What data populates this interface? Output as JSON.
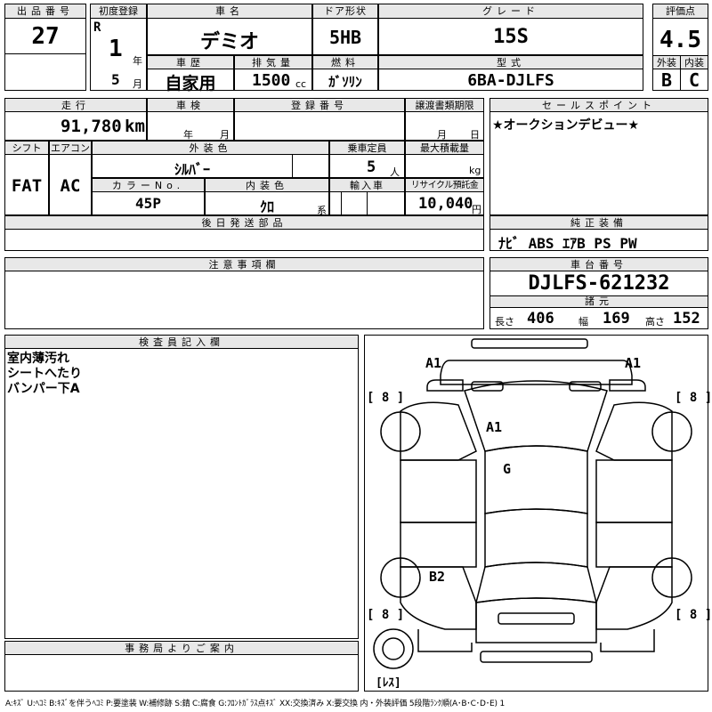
{
  "lot": {
    "label": "出品番号",
    "value": "27"
  },
  "first_reg": {
    "label": "初度登録",
    "era": "R",
    "year": "1",
    "year_unit": "年",
    "month": "5",
    "month_unit": "月"
  },
  "car_name": {
    "label": "車名",
    "value": "デミオ"
  },
  "door": {
    "label": "ドア形状",
    "value": "5HB"
  },
  "grade": {
    "label": "グレード",
    "value": "15S"
  },
  "score": {
    "label": "評価点",
    "value": "4.5",
    "ext_label": "外装",
    "ext_value": "B",
    "int_label": "内装",
    "int_value": "C"
  },
  "history": {
    "label": "車歴",
    "value": "自家用"
  },
  "displacement": {
    "label": "排気量",
    "value": "1500",
    "unit": "cc"
  },
  "fuel": {
    "label": "燃料",
    "value": "ｶﾞｿﾘﾝ"
  },
  "model": {
    "label": "型式",
    "value": "6BA-DJLFS"
  },
  "mileage": {
    "label": "走行",
    "value": "91,780",
    "unit": "km"
  },
  "inspection": {
    "label": "車検",
    "year_unit": "年",
    "month_unit": "月"
  },
  "registration": {
    "label": "登録番号"
  },
  "transfer": {
    "label": "譲渡書類期限",
    "month_unit": "月",
    "day_unit": "日"
  },
  "sales_point": {
    "label": "セールスポイント",
    "value": "★オークションデビュー★"
  },
  "shift": {
    "label": "シフト",
    "value": "FAT"
  },
  "aircon": {
    "label": "エアコン",
    "value": "AC"
  },
  "exterior_color": {
    "label": "外装色",
    "value": "ｼﾙﾊﾞｰ"
  },
  "capacity": {
    "label": "乗車定員",
    "value": "5",
    "unit": "人"
  },
  "max_load": {
    "label": "最大積載量",
    "unit": "kg"
  },
  "color_no": {
    "label": "カラーNo.",
    "value": "45P"
  },
  "interior_color": {
    "label": "内装色",
    "value": "ｸﾛ",
    "unit": "系"
  },
  "import": {
    "label": "輸入車"
  },
  "recycle": {
    "label": "リサイクル預託金",
    "value": "10,040",
    "unit": "円"
  },
  "later_parts": {
    "label": "後日発送部品"
  },
  "equipment": {
    "label": "純正装備",
    "value": "ﾅﾋﾞ ABS ｴｱB PS PW"
  },
  "notes": {
    "label": "注意事項欄"
  },
  "chassis": {
    "label": "車台番号",
    "value": "DJLFS-621232"
  },
  "dimensions": {
    "label": "諸元",
    "length_label": "長さ",
    "length": "406",
    "width_label": "幅",
    "width": "169",
    "height_label": "高さ",
    "height": "152"
  },
  "inspector": {
    "label": "検査員記入欄",
    "lines": [
      "室内薄汚れ",
      "シートへたり",
      "バンパー下A"
    ]
  },
  "office": {
    "label": "事務局よりご案内"
  },
  "diagram": {
    "marks": [
      "A1",
      "A1",
      "A1",
      "G",
      "B2"
    ],
    "tires": [
      "[ 8 ]",
      "[ 8 ]",
      "[ 8 ]",
      "[ 8 ]"
    ],
    "spare": "[ﾚｽ]"
  },
  "legend": "A:ｷｽﾞ U:ﾍｺﾐ B:ｷｽﾞを伴うﾍｺﾐ P:要塗装 W:補修跡 S:錆 C:腐食 G:ﾌﾛﾝﾄｶﾞﾗｽ点ｷｽﾞ XX:交換済み X:要交換 内・外装評価 5段階ﾗﾝｸ順(A･B･C･D･E) 1"
}
